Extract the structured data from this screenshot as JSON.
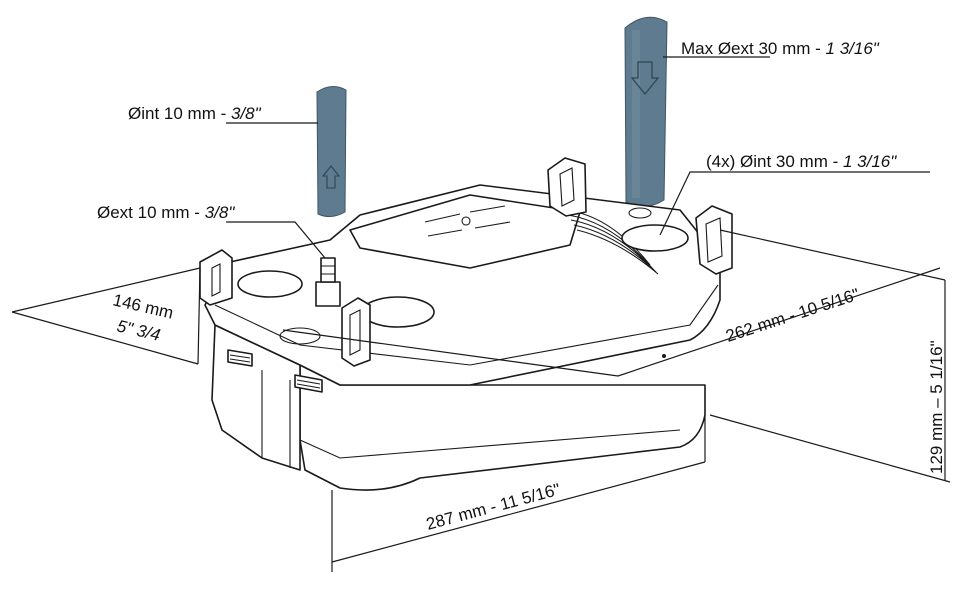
{
  "labels": {
    "max_ext": {
      "main": "Max Øext 30 mm - ",
      "inch": "1 3/16\""
    },
    "int_10": {
      "main": "Øint 10 mm - ",
      "inch": "3/8\""
    },
    "inlets_4x": {
      "main": "(4x) Øint 30 mm - ",
      "inch": "1 3/16\""
    },
    "ext_10": {
      "main": "Øext 10 mm - ",
      "inch": "3/8\""
    }
  },
  "dimensions": {
    "width_mm": "146 mm",
    "width_in": "5\" 3/4",
    "depth": "262 mm - 10 5/16\"",
    "height": "129 mm – 5 1/16\"",
    "length": "287 mm - 11 5/16\""
  }
}
